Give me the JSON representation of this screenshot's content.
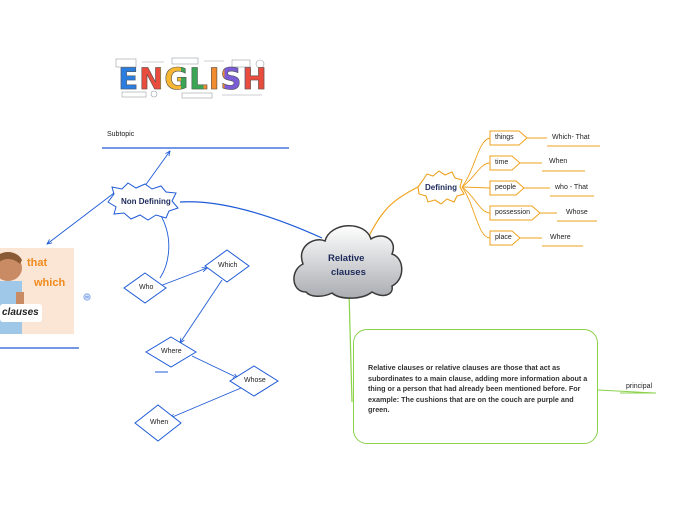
{
  "header": {
    "logo_text": "ENGLISH"
  },
  "central": {
    "line1": "Relative",
    "line2": "clauses"
  },
  "subtopic": {
    "label": "Subtopic"
  },
  "non_defining": {
    "label": "Non Defining",
    "nodes": {
      "who": "Who",
      "which": "Which",
      "where": "Where",
      "whose": "Whose",
      "when": "When"
    }
  },
  "defining": {
    "label": "Defining",
    "items": [
      {
        "label": "things",
        "value": "Which- That"
      },
      {
        "label": "time",
        "value": "When"
      },
      {
        "label": "people",
        "value": "who - That"
      },
      {
        "label": "possession",
        "value": "Whose"
      },
      {
        "label": "place",
        "value": "Where"
      }
    ]
  },
  "image_card": {
    "word1": "that",
    "word2": "which",
    "word3": "clauses"
  },
  "description": {
    "text": "Relative clauses or relative clauses are those that act as subordinates to a main clause, adding more information about a thing or a person that had already been mentioned before. For example: The cushions that are on the couch are purple and green."
  },
  "principal": {
    "label": "principal"
  },
  "colors": {
    "blue": "#1f5bd6",
    "orange": "#f0a21d",
    "green": "#8bd14a",
    "cloud_fill": "#b9bcc0"
  }
}
